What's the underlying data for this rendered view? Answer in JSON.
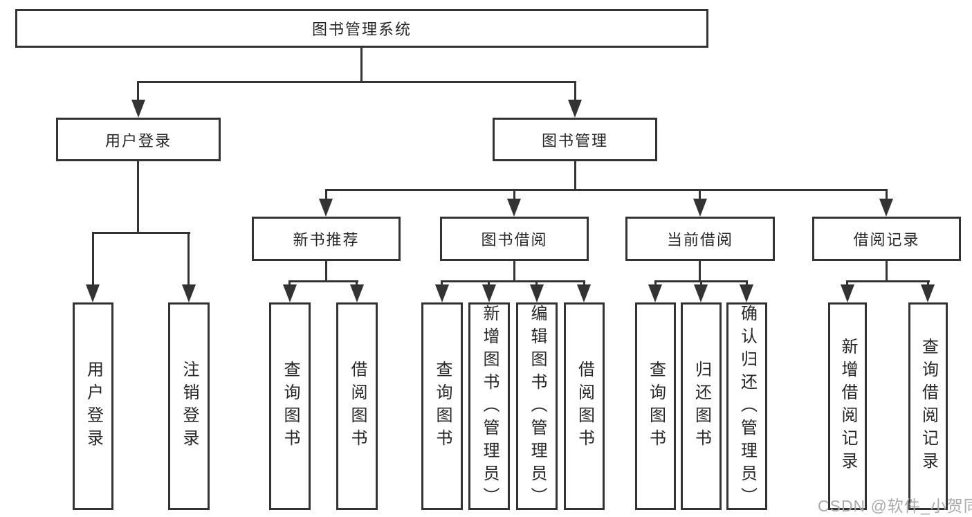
{
  "diagram": {
    "title": "图书管理系统",
    "type": "hierarchy-tree",
    "tree": {
      "root": "图书管理系统",
      "level2": [
        "用户登录",
        "图书管理"
      ],
      "level3": [
        "新书推荐",
        "图书借阅",
        "当前借阅",
        "借阅记录"
      ],
      "leaves": {
        "user_login": [
          "用户登录",
          "注销登录"
        ],
        "new_book_recommend": [
          "查询图书",
          "借阅图书"
        ],
        "book_borrow": [
          "查询图书",
          "新增图书（管理员）",
          "编辑图书（管理员）",
          "借阅图书"
        ],
        "current_borrow": [
          "查询图书",
          "归还图书",
          "确认归还（管理员）"
        ],
        "borrow_records": [
          "新增借阅记录",
          "查询借阅记录"
        ]
      }
    },
    "colors": {
      "background": "#ffffff",
      "box_border": "#333333",
      "connector_line": "#333333",
      "text": "#262626",
      "watermark_text": "#ababab"
    }
  },
  "watermark": {
    "text": "CSDN @软件_小贺同学"
  }
}
